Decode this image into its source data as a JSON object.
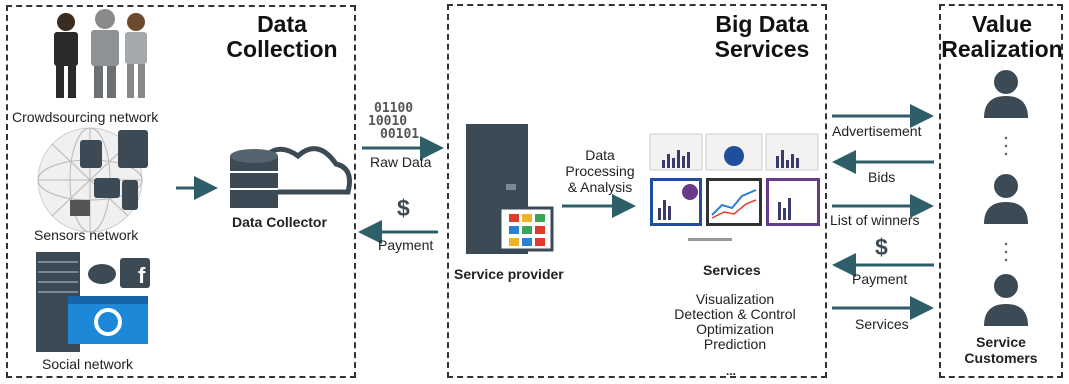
{
  "sections": {
    "collection_title": [
      "Data",
      "Collection"
    ],
    "services_title": [
      "Big Data",
      "Services"
    ],
    "value_title": [
      "Value",
      "Realization"
    ]
  },
  "sources": {
    "crowdsourcing": "Crowdsourcing network",
    "sensors": "Sensors network",
    "social": "Social network"
  },
  "collector": "Data Collector",
  "raw_bits": [
    "01100",
    "10010",
    "00101"
  ],
  "raw_data": "Raw Data",
  "payment_left": "Payment",
  "dollar_left": "$",
  "provider": "Service provider",
  "processing": [
    "Data",
    "Processing",
    "& Analysis"
  ],
  "services_label": "Services",
  "service_list": [
    "Visualization",
    "Detection & Control",
    "Optimization",
    "Prediction"
  ],
  "ellipsis_bottom": "...",
  "flows": {
    "advertisement": "Advertisement",
    "bids": "Bids",
    "winners": "List of winners",
    "dollar_right": "$",
    "payment_right": "Payment",
    "services": "Services"
  },
  "customers": [
    "Service",
    "Customers"
  ],
  "colors": {
    "arrow": "#2e5e68",
    "icon_dark": "#3b4a54",
    "screen_purple": "#6a3a8a",
    "screen_blue": "#1f4f9c",
    "win_red": "#e23b2e",
    "win_yellow": "#f0b323",
    "win_green": "#3aa655",
    "win_blue": "#2d7fd6"
  },
  "icons": [
    "people-icon",
    "sensor-globe-icon",
    "social-media-icon",
    "database-cloud-icon",
    "dollar-icon",
    "server-icon",
    "dashboard-screens-icon",
    "user-silhouette-icon"
  ]
}
